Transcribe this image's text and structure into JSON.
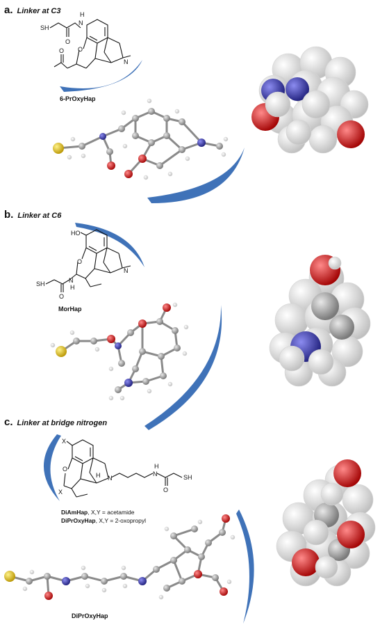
{
  "panels": [
    {
      "letter": "a.",
      "caption": "Linker at C3",
      "compound": "6-PrOxyHap",
      "atoms": {
        "sh": "SH",
        "nh_h": "H",
        "nh_n": "N",
        "o_ring": "O",
        "o_keto": "O",
        "n_amine": "N"
      }
    },
    {
      "letter": "b.",
      "caption": "Linker at C6",
      "compound": "MorHap",
      "atoms": {
        "ho": "HO",
        "o_ring": "O",
        "sh": "SH",
        "o_amide": "O",
        "nh_n": "N",
        "nh_h": "H",
        "n_amine": "N"
      }
    },
    {
      "letter": "c.",
      "caption": "Linker at bridge nitrogen",
      "compound": "DiPrOxyHap",
      "atoms": {
        "x_top": "X",
        "x_bottom": "X",
        "o_ring": "O",
        "h_bridge": "H",
        "n_amine": "N",
        "nh_h": "H",
        "nh_n": "N",
        "sh": "SH",
        "o_amide": "O"
      },
      "legend": [
        {
          "name": "DiAmHap",
          "desc": ", X,Y = acetamide"
        },
        {
          "name": "DiPrOxyHap",
          "desc": ", X,Y = 2-oxopropyl"
        }
      ]
    }
  ],
  "colors": {
    "carbon": "#9a9a9a",
    "hydrogen": "#ffffff",
    "nitrogen": "#3a3aa8",
    "oxygen": "#d42020",
    "sulfur": "#e0c400",
    "surface": "#3f72b8"
  }
}
